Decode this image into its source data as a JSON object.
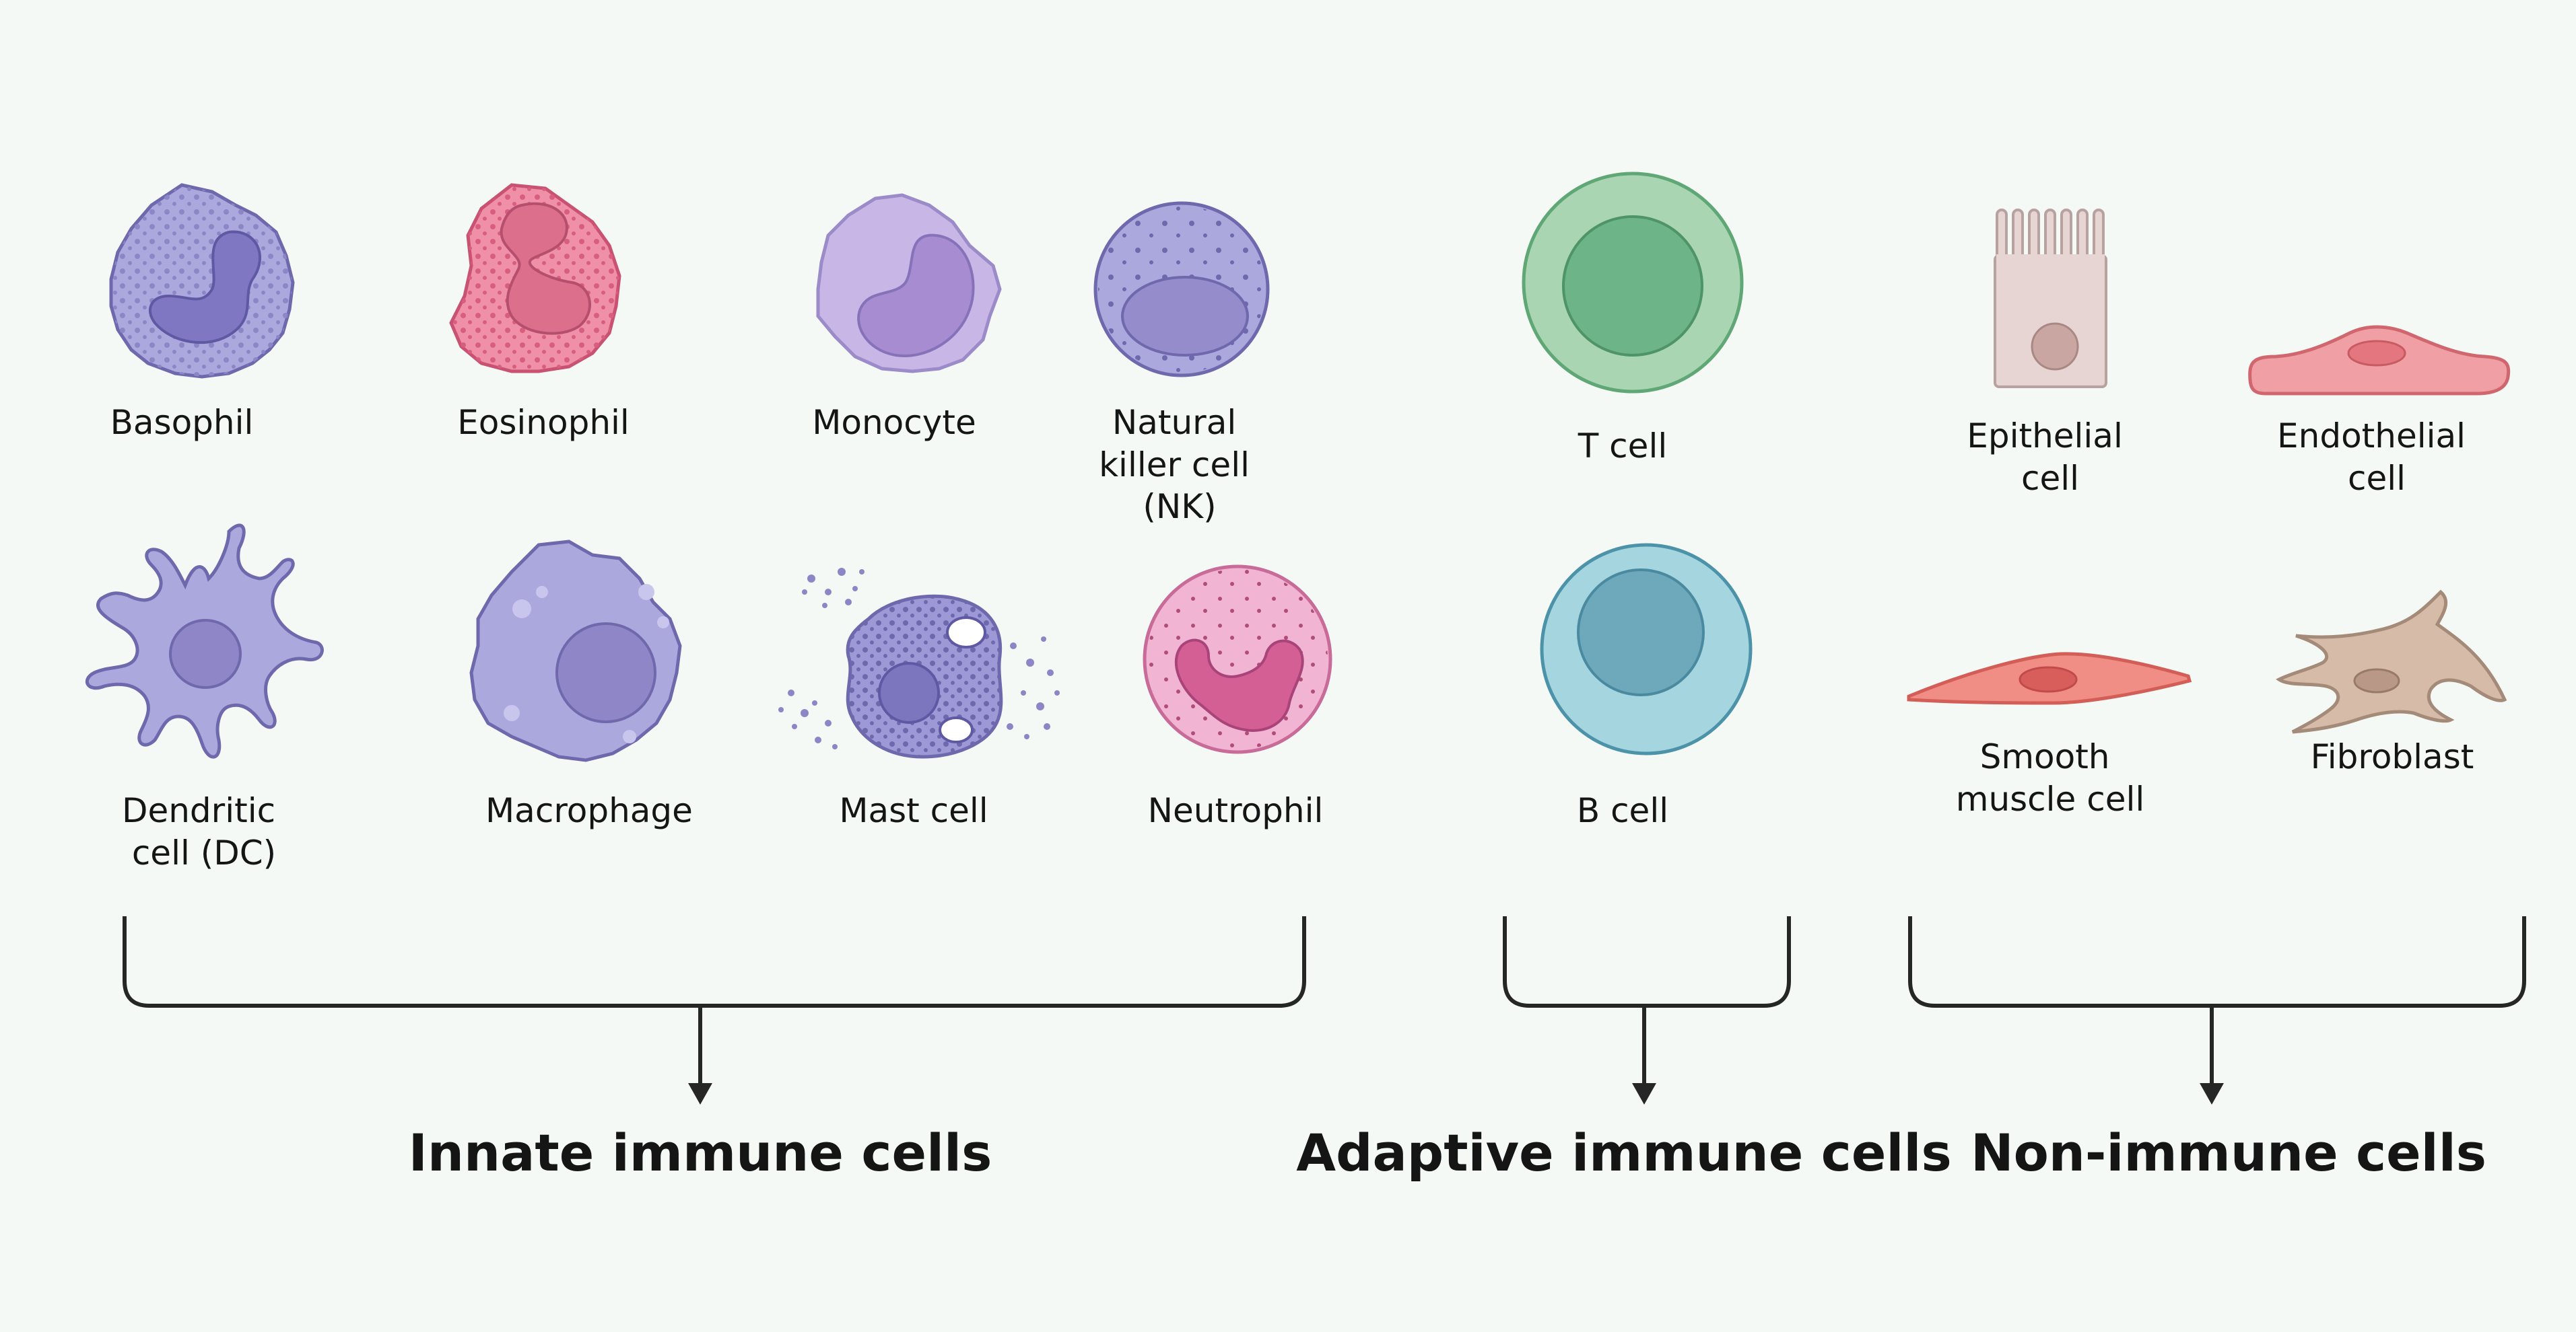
{
  "cells": {
    "basophil": {
      "label": [
        "Basophil"
      ],
      "icon": "basophil-cell-icon"
    },
    "eosinophil": {
      "label": [
        "Eosinophil"
      ],
      "icon": "eosinophil-cell-icon"
    },
    "monocyte": {
      "label": [
        "Monocyte"
      ],
      "icon": "monocyte-cell-icon"
    },
    "natural_killer": {
      "label": [
        "Natural",
        "killer cell",
        "(NK)"
      ],
      "icon": "nk-cell-icon"
    },
    "dendritic": {
      "label": [
        "Dendritic",
        "cell (DC)"
      ],
      "icon": "dendritic-cell-icon"
    },
    "macrophage": {
      "label": [
        "Macrophage"
      ],
      "icon": "macrophage-cell-icon"
    },
    "mast": {
      "label": [
        "Mast cell"
      ],
      "icon": "mast-cell-icon"
    },
    "neutrophil": {
      "label": [
        "Neutrophil"
      ],
      "icon": "neutrophil-cell-icon"
    },
    "t_cell": {
      "label": [
        "T cell"
      ],
      "icon": "t-cell-icon"
    },
    "b_cell": {
      "label": [
        "B cell"
      ],
      "icon": "b-cell-icon"
    },
    "epithelial": {
      "label": [
        "Epithelial",
        "cell"
      ],
      "icon": "epithelial-cell-icon"
    },
    "endothelial": {
      "label": [
        "Endothelial",
        "cell"
      ],
      "icon": "endothelial-cell-icon"
    },
    "smooth_muscle": {
      "label": [
        "Smooth",
        "muscle cell"
      ],
      "icon": "smooth-muscle-cell-icon"
    },
    "fibroblast": {
      "label": [
        "Fibroblast"
      ],
      "icon": "fibroblast-cell-icon"
    }
  },
  "groups": {
    "innate": {
      "label": "Innate immune cells"
    },
    "adaptive": {
      "label": "Adaptive immune cells"
    },
    "non_immune": {
      "label": "Non-immune cells"
    }
  },
  "colors": {
    "background": "#f5f9f6",
    "purple_cell": "#aba8de",
    "pink_cell": "#f08fa8",
    "green_cell": "#a9d5b3",
    "blue_cell": "#a5d5df",
    "text": "#151515"
  }
}
